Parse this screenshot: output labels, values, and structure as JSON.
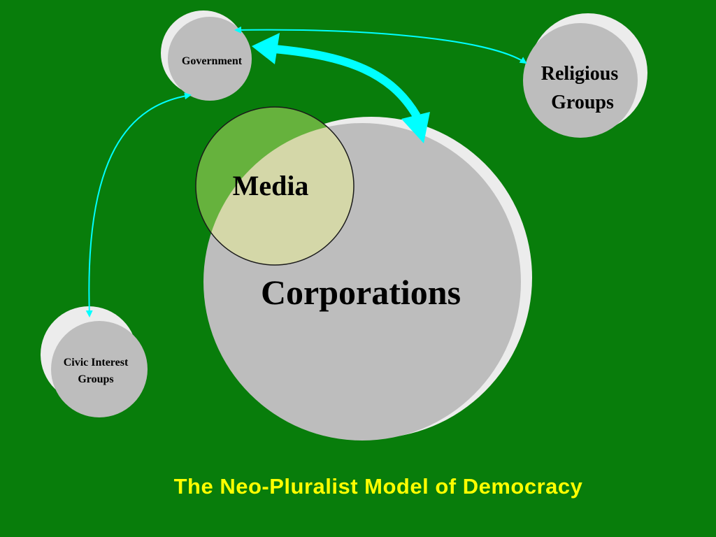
{
  "slide": {
    "background_color": "#087d0b",
    "caption": "The Neo-Pluralist Model of Democracy",
    "caption_color": "#ffff00"
  },
  "diagram": {
    "nodes": {
      "government": {
        "label": "Government"
      },
      "religious_groups": {
        "label_line1": "Religious",
        "label_line2": "Groups"
      },
      "civic_interest_groups": {
        "label_line1": "Civic Interest",
        "label_line2": "Groups"
      },
      "corporations": {
        "label": "Corporations"
      },
      "media": {
        "label": "Media"
      }
    },
    "connections": [
      {
        "from": "Government",
        "to": "Religious Groups",
        "style": "thin two-way arrow"
      },
      {
        "from": "Government",
        "to": "Civic Interest Groups",
        "style": "thin two-way arrow"
      },
      {
        "from": "Government",
        "to": "Corporations",
        "style": "thick two-way arrow"
      }
    ],
    "colors": {
      "node_fill": "#bdbdbd",
      "node_shade": "#e9e9e9",
      "media_fill": "#d4d7a8",
      "media_outside_fill": "#66b23d",
      "arrow": "#00ffff"
    }
  }
}
